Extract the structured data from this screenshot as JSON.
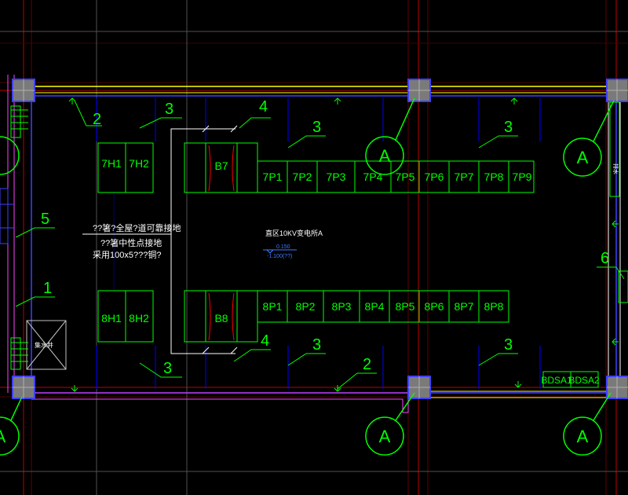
{
  "cabinets_top": {
    "h": [
      "7H1",
      "7H2"
    ],
    "transformer": "B7",
    "panels": [
      "7P1",
      "7P2",
      "7P3",
      "7P4",
      "7P5",
      "7P6",
      "7P7",
      "7P8",
      "7P9"
    ]
  },
  "cabinets_bottom": {
    "h": [
      "8H1",
      "8H2"
    ],
    "transformer": "B8",
    "panels": [
      "8P1",
      "8P2",
      "8P3",
      "8P4",
      "8P5",
      "8P6",
      "8P7",
      "8P8"
    ]
  },
  "bdsa": [
    "BDSA1",
    "BDSA2"
  ],
  "callouts": {
    "c1": "1",
    "c2a": "2",
    "c2b": "2",
    "c3a": "3",
    "c3b": "3",
    "c3c": "3",
    "c3d": "3",
    "c3e": "3",
    "c3f": "3",
    "c4a": "4",
    "c4b": "4",
    "c5": "5",
    "c6": "6"
  },
  "axis_label": "A",
  "notes": {
    "line1": "??箸?全屋?道可靠接地",
    "line2": "??箸中性点接地",
    "line3": "采用100x5???铜?",
    "room_title": "直区10KV变电所A",
    "elev_top": "0.150",
    "elev_bottom": "-1.100(??)",
    "sump": "集水井",
    "side_note": "排水"
  },
  "colors": {
    "wall": "#ffff00",
    "grid": "#ff0000",
    "cabinet": "#00ff00",
    "trench": "#0000ff",
    "axis": "#00ff00",
    "wall2": "#ff40ff"
  }
}
